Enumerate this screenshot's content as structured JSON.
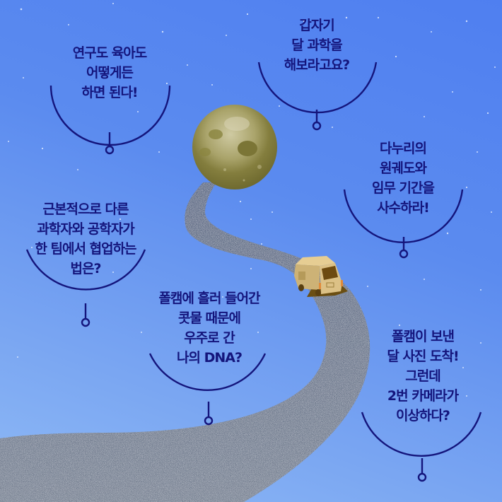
{
  "colors": {
    "sky_top": "#4f7ff0",
    "sky_bottom": "#8fbaf5",
    "text_navy": "#14157c",
    "moon_dark": "#7f7a3a",
    "moon_light": "#c9c49a",
    "road": "#7f8a99",
    "car_body": "#dcc186",
    "car_shadow": "#6b4e12"
  },
  "bubbles": [
    {
      "id": "research-parenting",
      "lines": [
        "연구도 육아도",
        "어떻게든",
        "하면 된다!"
      ]
    },
    {
      "id": "suddenly-moon-science",
      "lines": [
        "갑자기",
        "달 과학을",
        "해보라고요?"
      ]
    },
    {
      "id": "danuri-orbit",
      "lines": [
        "다누리의",
        "원궤도와",
        "임무 기간을",
        "사수하라!"
      ]
    },
    {
      "id": "scientists-engineers",
      "lines": [
        "근본적으로 다른",
        "과학자와 공학자가",
        "한 팀에서 협업하는",
        "법은?"
      ]
    },
    {
      "id": "dna-in-space",
      "lines": [
        "폴캠에 흘러 들어간",
        "콧물 때문에",
        "우주로 간",
        "나의 DNA?"
      ]
    },
    {
      "id": "polcam-photo",
      "lines": [
        "폴캠이 보낸",
        "달 사진 도착!",
        "그런데",
        "2번 카메라가",
        "이상하다?"
      ]
    }
  ],
  "illustration": {
    "moon": "moon",
    "vehicle": "rover-van",
    "road": "winding-road"
  }
}
